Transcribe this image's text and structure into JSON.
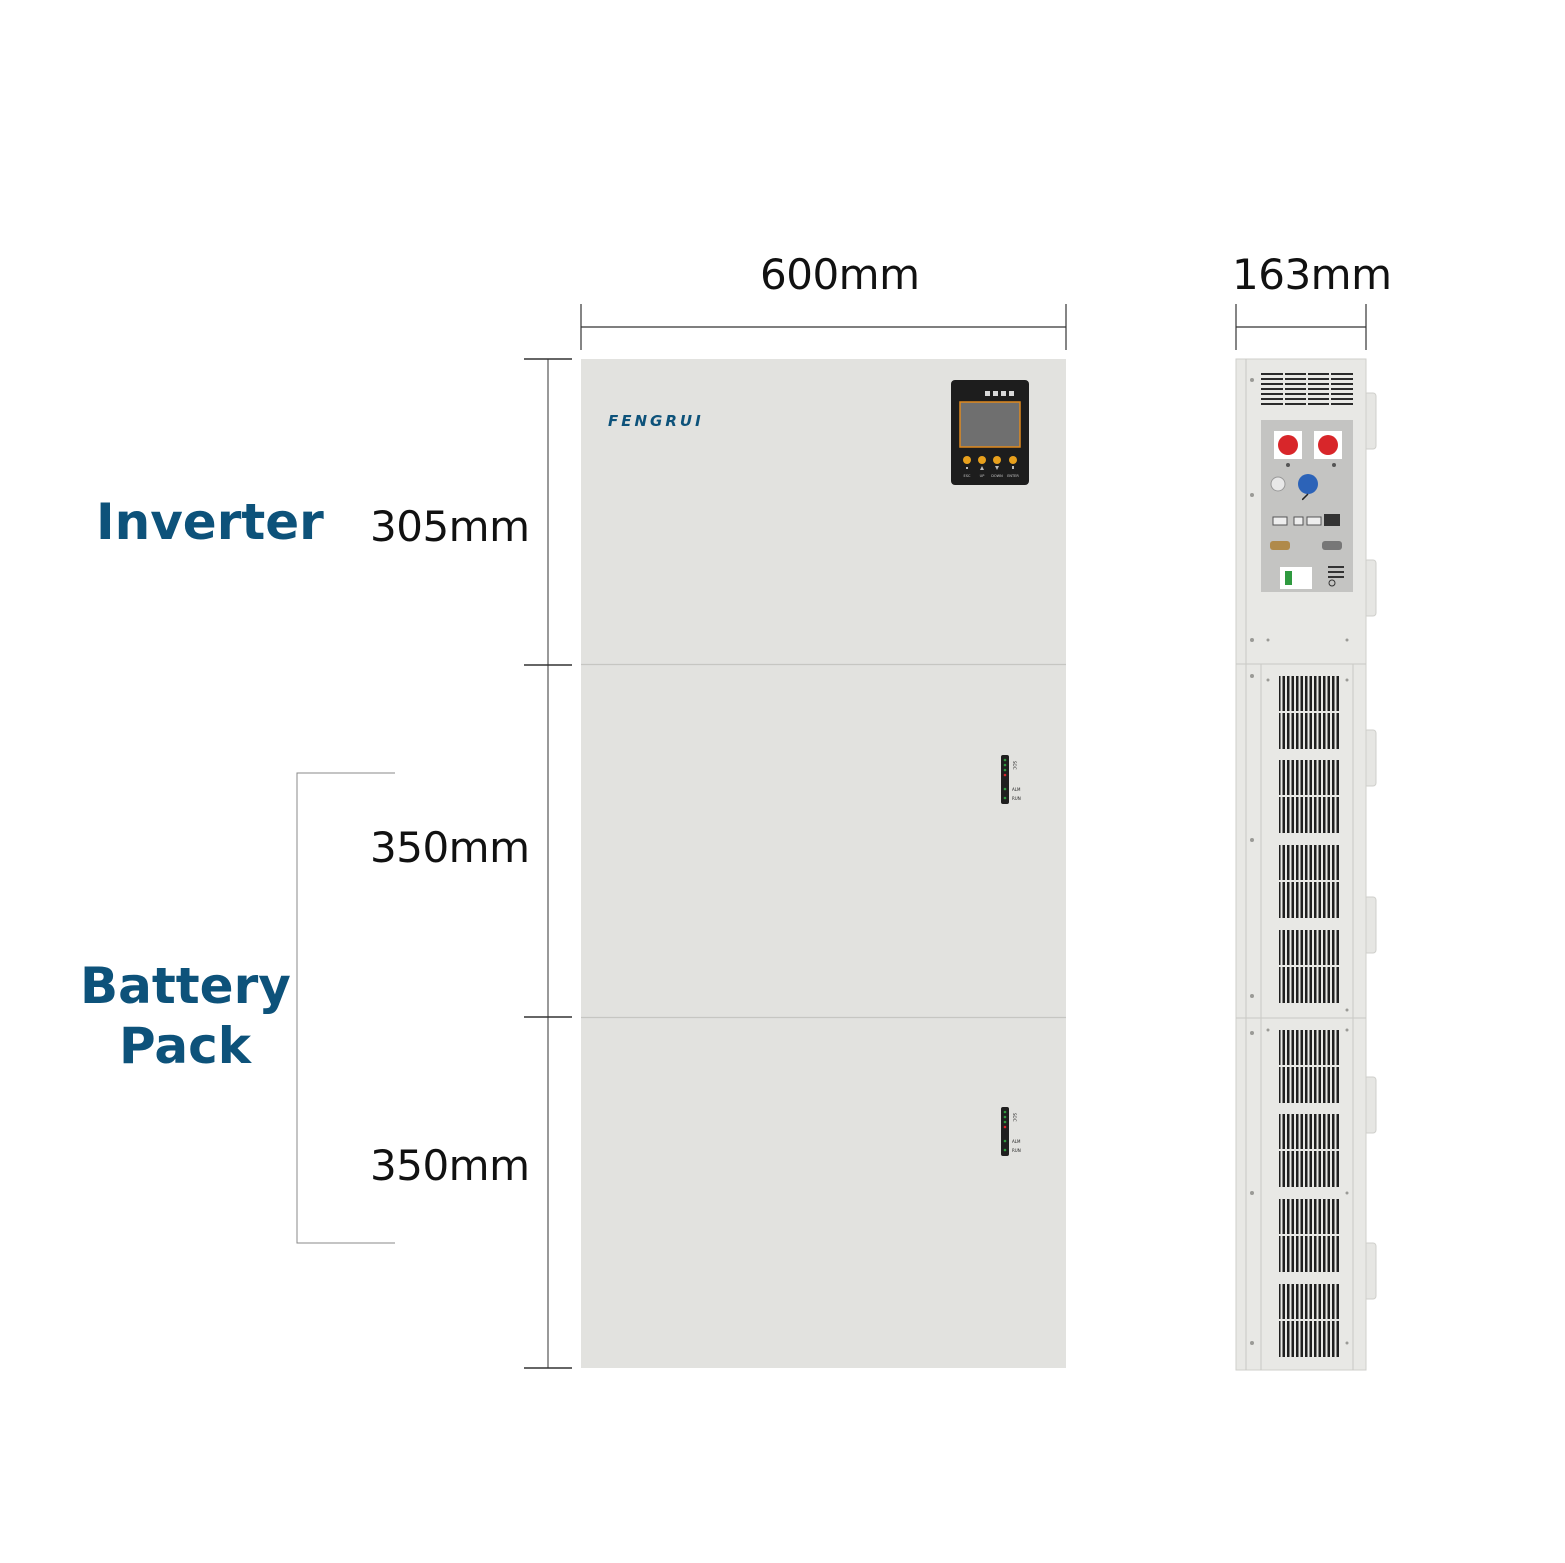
{
  "dimensions": {
    "front_width": "600mm",
    "side_depth": "163mm",
    "inverter_height": "305mm",
    "battery1_height": "350mm",
    "battery2_height": "350mm"
  },
  "labels": {
    "inverter": "Inverter",
    "battery_line1": "Battery",
    "battery_line2": "Pack"
  },
  "brand": {
    "logo": "FENGRUI"
  },
  "display": {
    "buttons": [
      "ESC",
      "UP",
      "DOWN",
      "ENTER"
    ]
  },
  "battery_indicator": {
    "soc_label": "SOC",
    "alm_label": "ALM",
    "run_label": "RUN"
  },
  "colors": {
    "label_blue": "#0d527a",
    "cabinet": "#e2e2df",
    "screen_orange": "#e08a1e",
    "button_orange": "#e8a01c",
    "breaker_red": "#d8262a",
    "connector_blue": "#2c63b8",
    "led_green": "#2f9a3f"
  }
}
